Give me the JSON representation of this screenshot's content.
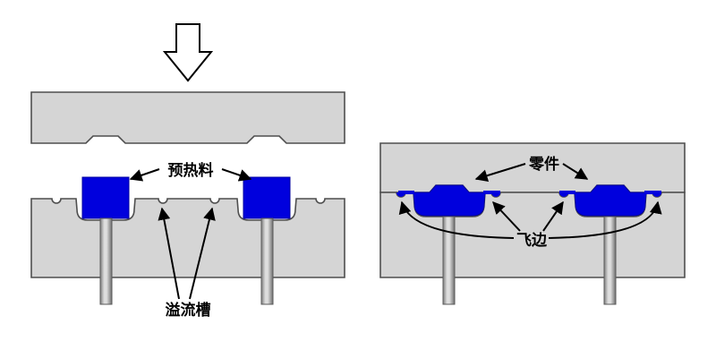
{
  "figure": {
    "title_hint": "compression-molding-diagram",
    "left_panel": {
      "labels": {
        "preheated_charge": "预热料",
        "flash_groove": "溢流槽"
      }
    },
    "right_panel": {
      "labels": {
        "part": "零件",
        "flash": "飞边"
      }
    },
    "colors": {
      "mold_gray": "#d5d5d5",
      "mold_outline": "#4f4f4f",
      "material_blue": "#0000dd",
      "annotation_black": "#000000",
      "background": "#ffffff"
    }
  }
}
